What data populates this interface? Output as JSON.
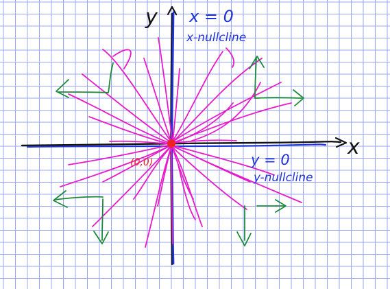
{
  "labels": {
    "y_axis": "y",
    "x_axis": "x",
    "vertical_line_equation": "x = 0",
    "vertical_line_name": "x-nullcline",
    "horizontal_line_equation": "y = 0",
    "horizontal_line_name": "y-nullcline",
    "origin": "(0,0)"
  },
  "colors": {
    "grid": "#9aa6f2",
    "grid_background": "#ffffff",
    "axes": "#141414",
    "nullcline_ink": "#1f33d6",
    "trajectory_ink": "#e71bc9",
    "flow_arrow_ink": "#1a8a3a",
    "origin_ink": "#ee2222"
  }
}
